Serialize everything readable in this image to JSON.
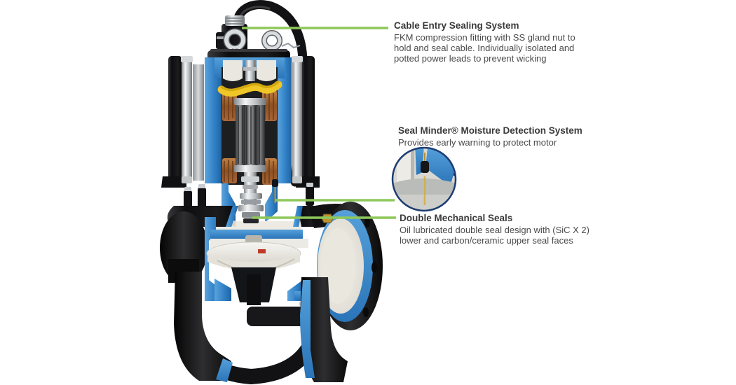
{
  "figure": {
    "type": "cutaway-diagram",
    "subject": "Submersible pump cross-section with feature callouts",
    "accent_color": "#8ec75a",
    "cut_surface_color": "#3080c6",
    "inset_border_color": "#1d3d72",
    "annotations": [
      {
        "id": "cable-entry",
        "title": "Cable Entry Sealing System",
        "body": "FKM compression fitting with SS gland nut to hold and seal cable. Individually isolated and potted power leads to prevent wicking"
      },
      {
        "id": "seal-minder",
        "title": "Seal Minder® Moisture Detection System",
        "body": "Provides early warning to protect motor"
      },
      {
        "id": "double-seals",
        "title": "Double Mechanical Seals",
        "body": "Oil lubricated double seal design with (SiC X 2) lower and carbon/ceramic upper seal faces"
      }
    ]
  }
}
